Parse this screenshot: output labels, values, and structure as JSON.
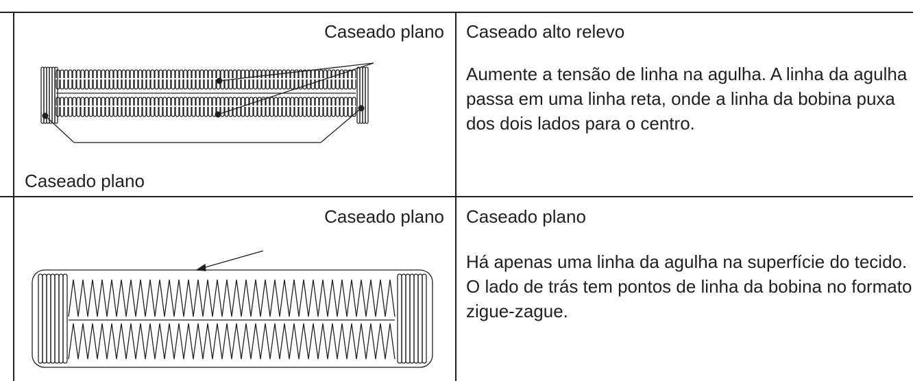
{
  "rows": [
    {
      "figure_label_top": "Caseado plano",
      "figure_label_bottom": "Caseado plano",
      "figure": "raised-buttonhole-stitch",
      "title": "Caseado alto relevo",
      "description": "Aumente a tensão de linha na agulha. A linha da agulha passa em uma linha reta, onde a linha da bobina puxa dos dois lados para o centro."
    },
    {
      "figure_label_top": "Caseado plano",
      "figure": "flat-buttonhole-stitch",
      "title": "Caseado plano",
      "description": "Há apenas uma linha da agulha na superfície do tecido. O lado de trás tem pontos de linha da bobina no formato zigue-zague."
    }
  ]
}
